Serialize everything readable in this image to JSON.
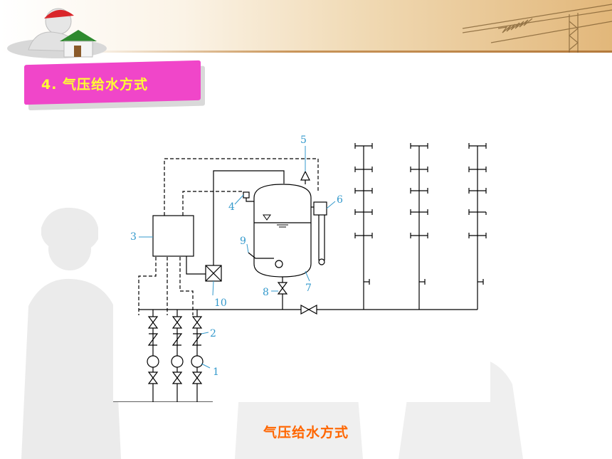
{
  "slide": {
    "title": "4. 气压给水方式",
    "caption": "气压给水方式"
  },
  "diagram": {
    "labels": {
      "l1": "1",
      "l2": "2",
      "l3": "3",
      "l4": "4",
      "l5": "5",
      "l6": "6",
      "l7": "7",
      "l8": "8",
      "l9": "9",
      "l10": "10"
    }
  },
  "colors": {
    "title_bg": "#f046c9",
    "title_text": "#ffff33",
    "caption_text": "#ff6600",
    "label_text": "#3399cc"
  }
}
